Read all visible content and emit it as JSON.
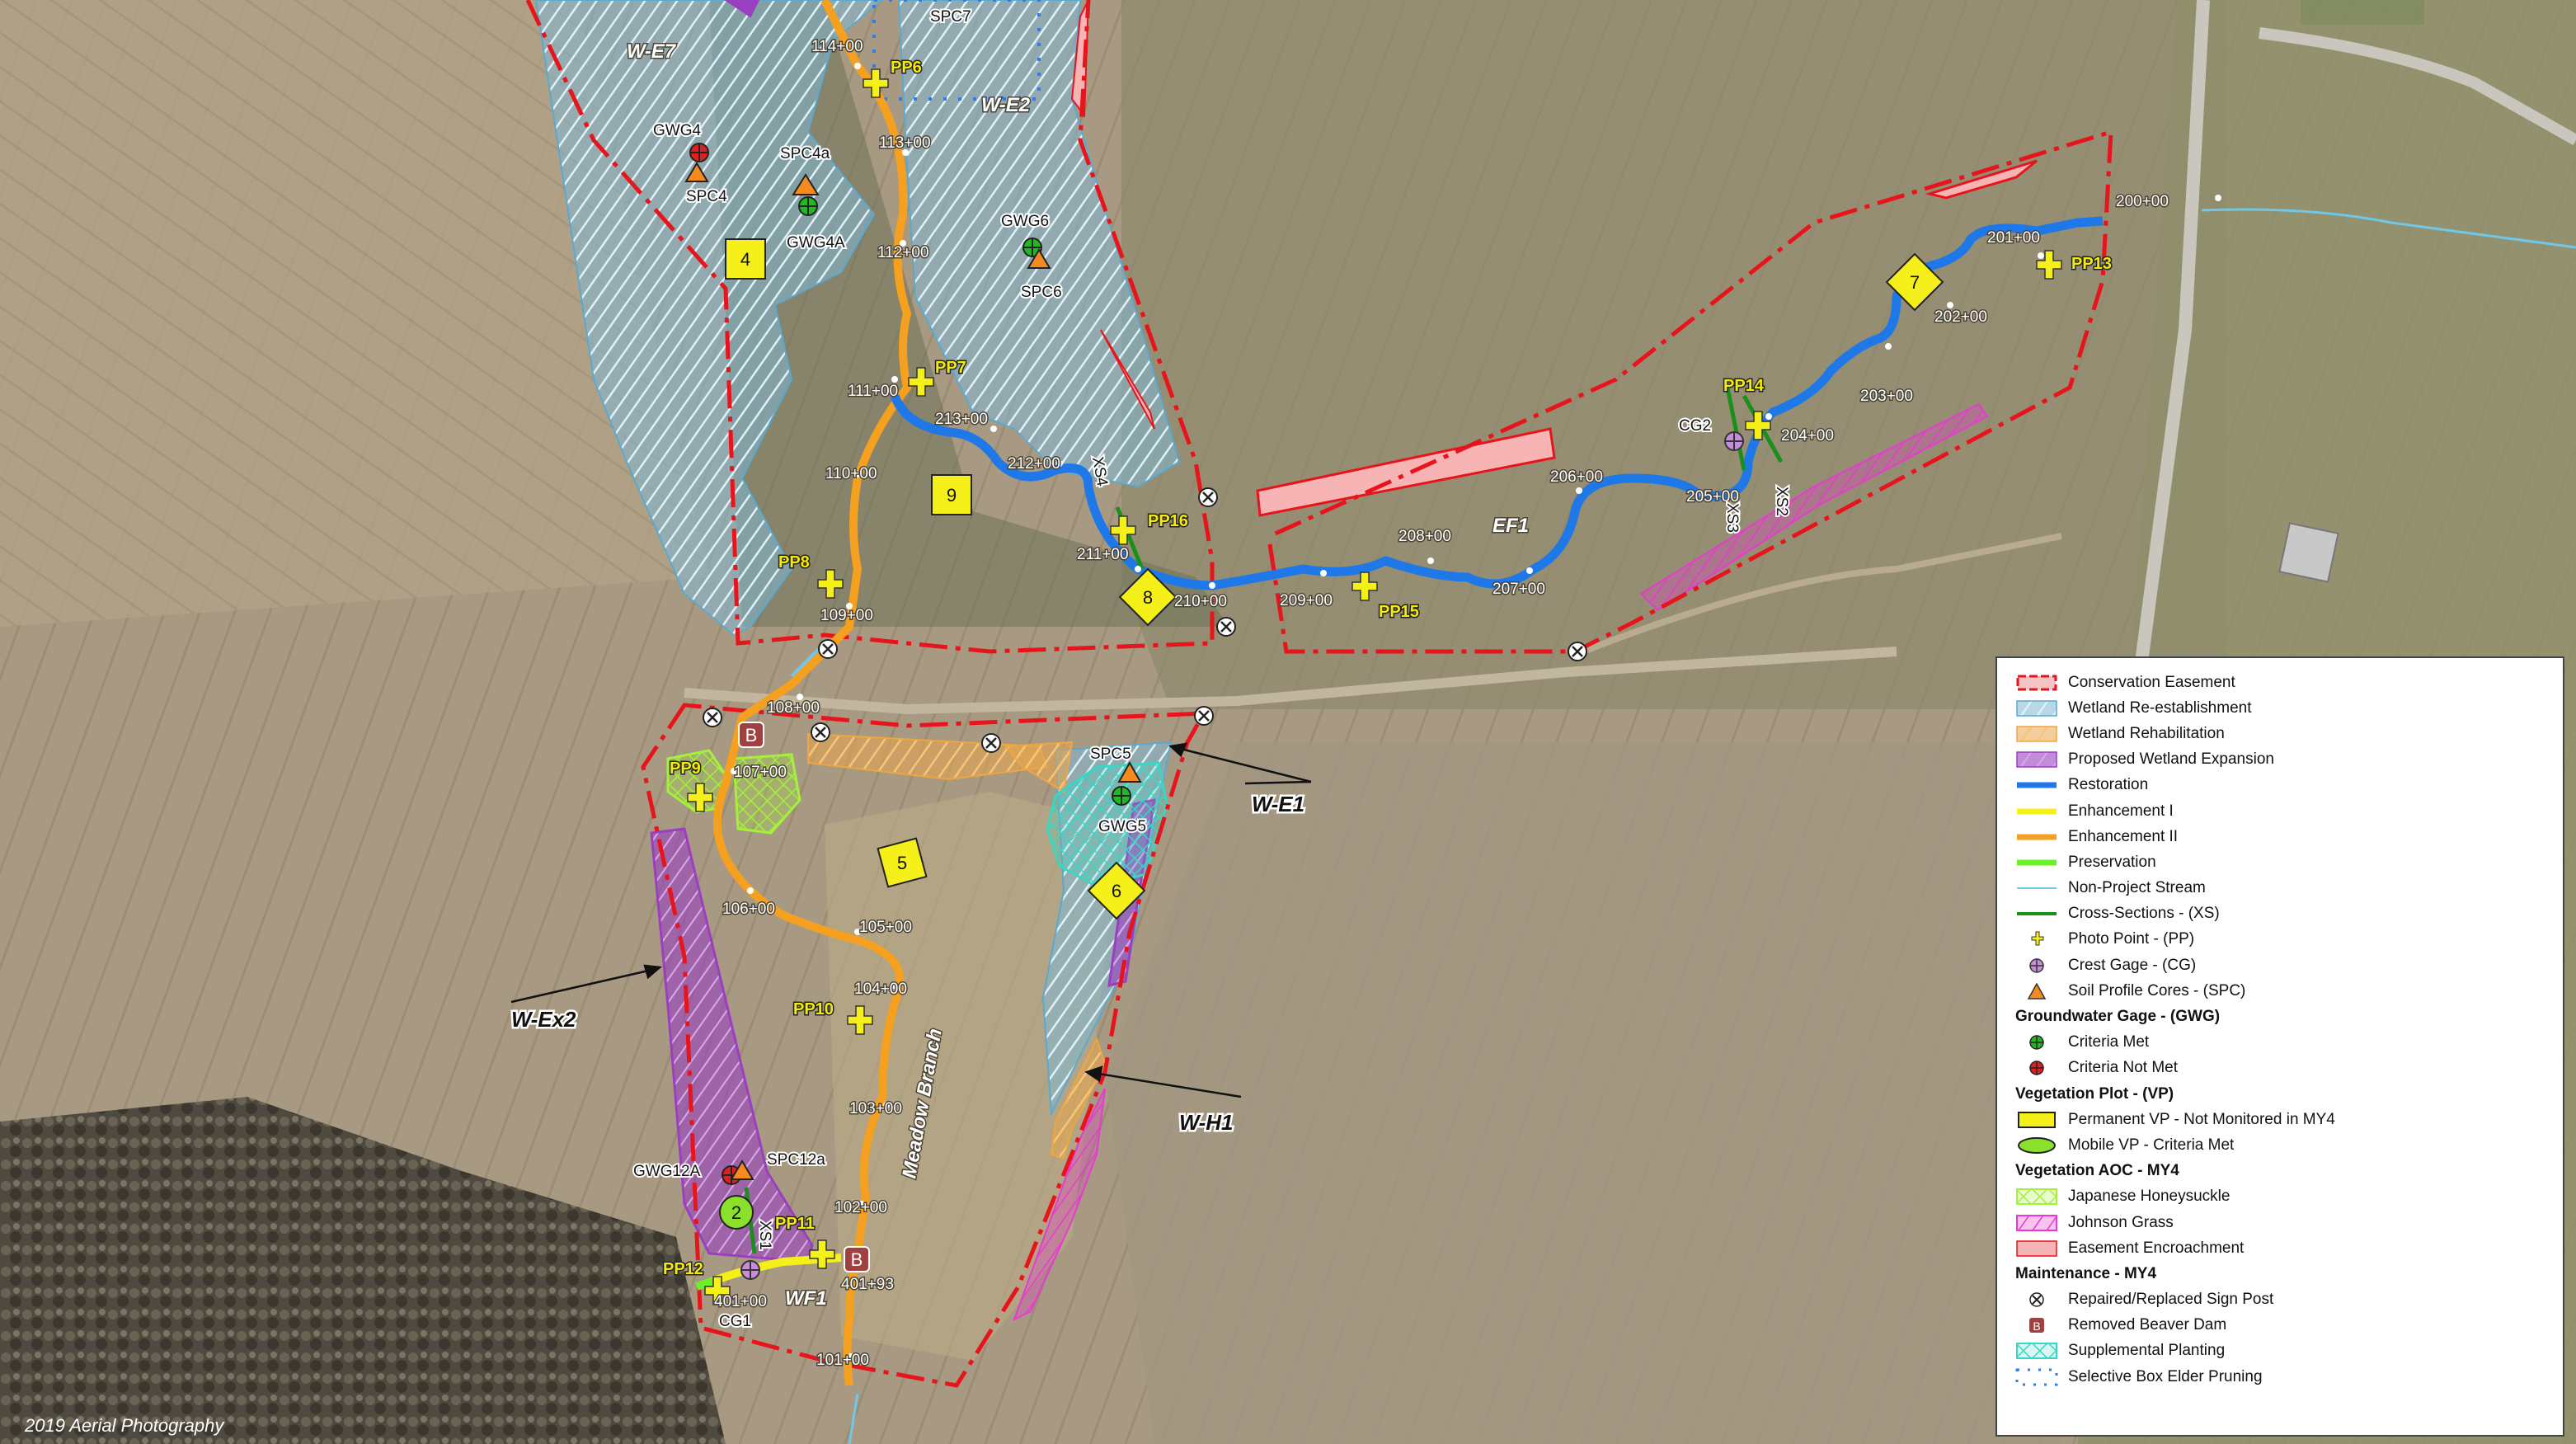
{
  "map": {
    "caption": "2019 Aerial Photography",
    "area_labels": [
      "W-E7",
      "W-E2",
      "W-E1",
      "W-Ex2",
      "W-H1"
    ],
    "stream_labels": [
      "EF1",
      "WF1",
      "Meadow Branch"
    ],
    "stations": [
      "114+00",
      "113+00",
      "112+00",
      "111+00",
      "110+00",
      "109+00",
      "108+00",
      "107+00",
      "106+00",
      "105+00",
      "104+00",
      "103+00",
      "102+00",
      "101+00",
      "213+00",
      "212+00",
      "211+00",
      "210+00",
      "209+00",
      "208+00",
      "207+00",
      "206+00",
      "205+00",
      "204+00",
      "203+00",
      "202+00",
      "201+00",
      "200+00",
      "401+00",
      "401+93"
    ],
    "photo_points": [
      "PP6",
      "PP7",
      "PP8",
      "PP9",
      "PP10",
      "PP11",
      "PP12",
      "PP13",
      "PP14",
      "PP15",
      "PP16"
    ],
    "gages": [
      "GWG4",
      "GWG4A",
      "GWG6",
      "GWG5",
      "GWG12A"
    ],
    "soil_cores": [
      "SPC4",
      "SPC4a",
      "SPC6",
      "SPC5",
      "SPC7",
      "SPC12a"
    ],
    "crest_gages": [
      "CG1",
      "CG2"
    ],
    "cross_sections": [
      "XS1",
      "XS2",
      "XS3",
      "XS4"
    ],
    "veg_plots": [
      "2",
      "4",
      "5",
      "6",
      "7",
      "8",
      "9"
    ],
    "beaver_dam_glyph": "B"
  },
  "legend": {
    "items": [
      {
        "label": "Conservation Easement",
        "symbol": "easement"
      },
      {
        "label": "Wetland Re-establishment",
        "symbol": "hatch-blue"
      },
      {
        "label": "Wetland Rehabilitation",
        "symbol": "hatch-orange"
      },
      {
        "label": "Proposed Wetland Expansion",
        "symbol": "hatch-purple"
      },
      {
        "label": "Restoration",
        "symbol": "line-blue"
      },
      {
        "label": "Enhancement I",
        "symbol": "line-yellow"
      },
      {
        "label": "Enhancement II",
        "symbol": "line-orange"
      },
      {
        "label": "Preservation",
        "symbol": "line-green"
      },
      {
        "label": "Non-Project Stream",
        "symbol": "line-thin-blue"
      },
      {
        "label": "Cross-Sections - (XS)",
        "symbol": "line-darkgreen"
      },
      {
        "label": "Photo Point - (PP)",
        "symbol": "cross-yellow"
      },
      {
        "label": "Crest Gage - (CG)",
        "symbol": "crest"
      },
      {
        "label": "Soil Profile Cores - (SPC)",
        "symbol": "triangle"
      },
      {
        "label": "Groundwater Gage - (GWG)",
        "symbol": "heading"
      },
      {
        "label": "Criteria Met",
        "symbol": "gage-green"
      },
      {
        "label": "Criteria Not Met",
        "symbol": "gage-red"
      },
      {
        "label": "Vegetation Plot - (VP)",
        "symbol": "heading"
      },
      {
        "label": "Permanent VP - Not Monitored in MY4",
        "symbol": "vp-yellow"
      },
      {
        "label": "Mobile VP - Criteria Met",
        "symbol": "vp-green"
      },
      {
        "label": "Vegetation AOC - MY4",
        "symbol": "heading"
      },
      {
        "label": "Japanese Honeysuckle",
        "symbol": "hatch-lime"
      },
      {
        "label": "Johnson Grass",
        "symbol": "hatch-magenta"
      },
      {
        "label": "Easement Encroachment",
        "symbol": "pink-fill"
      },
      {
        "label": "Maintenance - MY4",
        "symbol": "heading"
      },
      {
        "label": "Repaired/Replaced Sign Post",
        "symbol": "x-circle"
      },
      {
        "label": "Removed Beaver Dam",
        "symbol": "beaver"
      },
      {
        "label": "Supplemental Planting",
        "symbol": "hatch-teal"
      },
      {
        "label": "Selective Box Elder Pruning",
        "symbol": "dotted-blue"
      }
    ]
  },
  "colors": {
    "easement": "#e8141c",
    "restoration": "#1e78e8",
    "enhancement_1": "#f5ef1a",
    "enhancement_2": "#f5a01e",
    "preservation": "#6cf02a",
    "wetland_reest": "#5aa9d0",
    "wetland_rehab": "#f0a640",
    "wetland_expansion": "#9a3fc0",
    "honeysuckle": "#a4f03a",
    "johnson_grass": "#e83ad0",
    "encroachment": "#f6b4b4",
    "supplemental": "#3ad6c4",
    "crossings": "#6fc8e8"
  }
}
